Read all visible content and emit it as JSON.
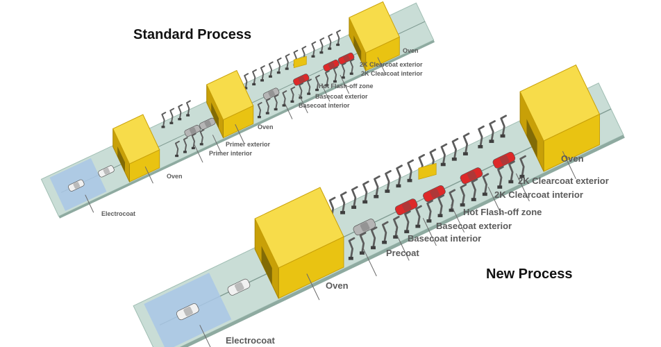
{
  "colors": {
    "track": "#c9ddd6",
    "track_edge": "#9fbdb2",
    "track_dark": "#8eaaa0",
    "oven_top": "#f7dc4a",
    "oven_side": "#e9c312",
    "oven_dark": "#c8a008",
    "bath": "#a9c7e6",
    "car_white": "#f1f1f1",
    "car_grey": "#b5b5b5",
    "car_red": "#dd2929",
    "robot": "#5c5c5c",
    "label": "#5a5a5a"
  },
  "standard": {
    "title": "Standard Process",
    "labels": {
      "electrocoat": "Electrocoat",
      "oven1": "Oven",
      "primer_interior": "Primer interior",
      "primer_exterior": "Primer exterior",
      "oven2": "Oven",
      "basecoat_interior": "Basecoat interior",
      "basecoat_exterior": "Basecoat exterior",
      "hot_flash_off": "Hot Flash-off zone",
      "clearcoat_interior": "2K Clearcoat interior",
      "clearcoat_exterior": "2K Clearcoat exterior",
      "oven3": "Oven"
    }
  },
  "new": {
    "title": "New Process",
    "labels": {
      "electrocoat": "Electrocoat",
      "oven1": "Oven",
      "precoat": "Precoat",
      "basecoat_interior": "Basecoat interior",
      "basecoat_exterior": "Basecoat exterior",
      "hot_flash_off": "Hot Flash-off zone",
      "clearcoat_interior": "2K Clearcoat interior",
      "clearcoat_exterior": "2K Clearcoat exterior",
      "oven2": "Oven"
    }
  }
}
